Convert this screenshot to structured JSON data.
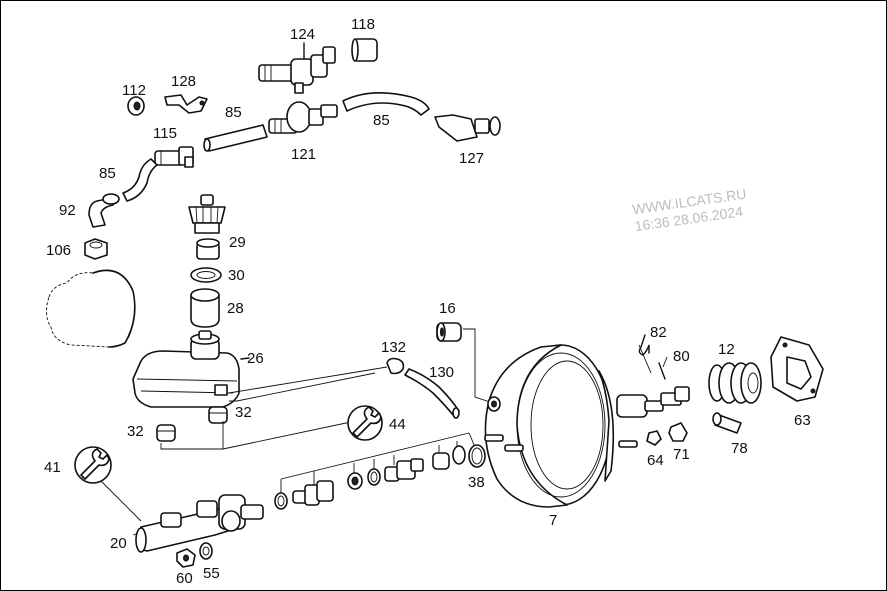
{
  "watermark": {
    "site": "WWW.ILCATS.RU",
    "stamp": "16:36 28.06.2024"
  },
  "callouts": {
    "c124": "124",
    "c118": "118",
    "c112": "112",
    "c128": "128",
    "c85a": "85",
    "c115": "115",
    "c121": "121",
    "c85b": "85",
    "c127": "127",
    "c85c": "85",
    "c92": "92",
    "c106": "106",
    "c29": "29",
    "c30": "30",
    "c28": "28",
    "c26": "26",
    "c16": "16",
    "c82": "82",
    "c80": "80",
    "c12": "12",
    "c132": "132",
    "c130": "130",
    "c32a": "32",
    "c32b": "32",
    "c44": "44",
    "c63": "63",
    "c41": "41",
    "c38": "38",
    "c64": "64",
    "c71": "71",
    "c78": "78",
    "c7": "7",
    "c20": "20",
    "c60": "60",
    "c55": "55"
  },
  "icons": [
    "wrench-icon",
    "wrench-icon"
  ]
}
